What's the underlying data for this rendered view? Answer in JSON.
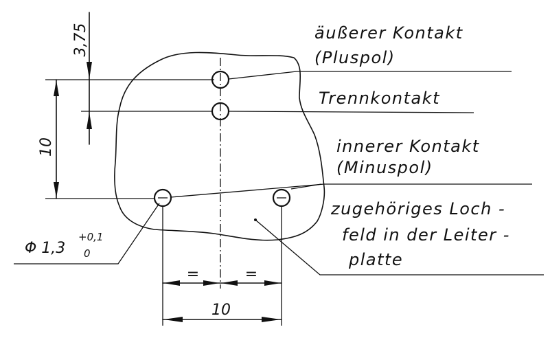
{
  "labels": {
    "outer_contact_line1": "äußerer Kontakt",
    "outer_contact_line2": "(Pluspol)",
    "separating_contact": "Trennkontakt",
    "inner_contact_line1": "innerer Kontakt",
    "inner_contact_line2": "(Minuspol)",
    "hole_field_line1": "zugehöriges Loch -",
    "hole_field_line2": "feld in der Leiter -",
    "hole_field_line3": "platte"
  },
  "dimensions": {
    "offset_top": "3,75",
    "vertical_spacing": "10",
    "horizontal_spacing": "10",
    "equal_left": "=",
    "equal_right": "=",
    "hole_diameter": "Φ 1,3",
    "tolerance_upper": "+0,1",
    "tolerance_lower": "0"
  }
}
